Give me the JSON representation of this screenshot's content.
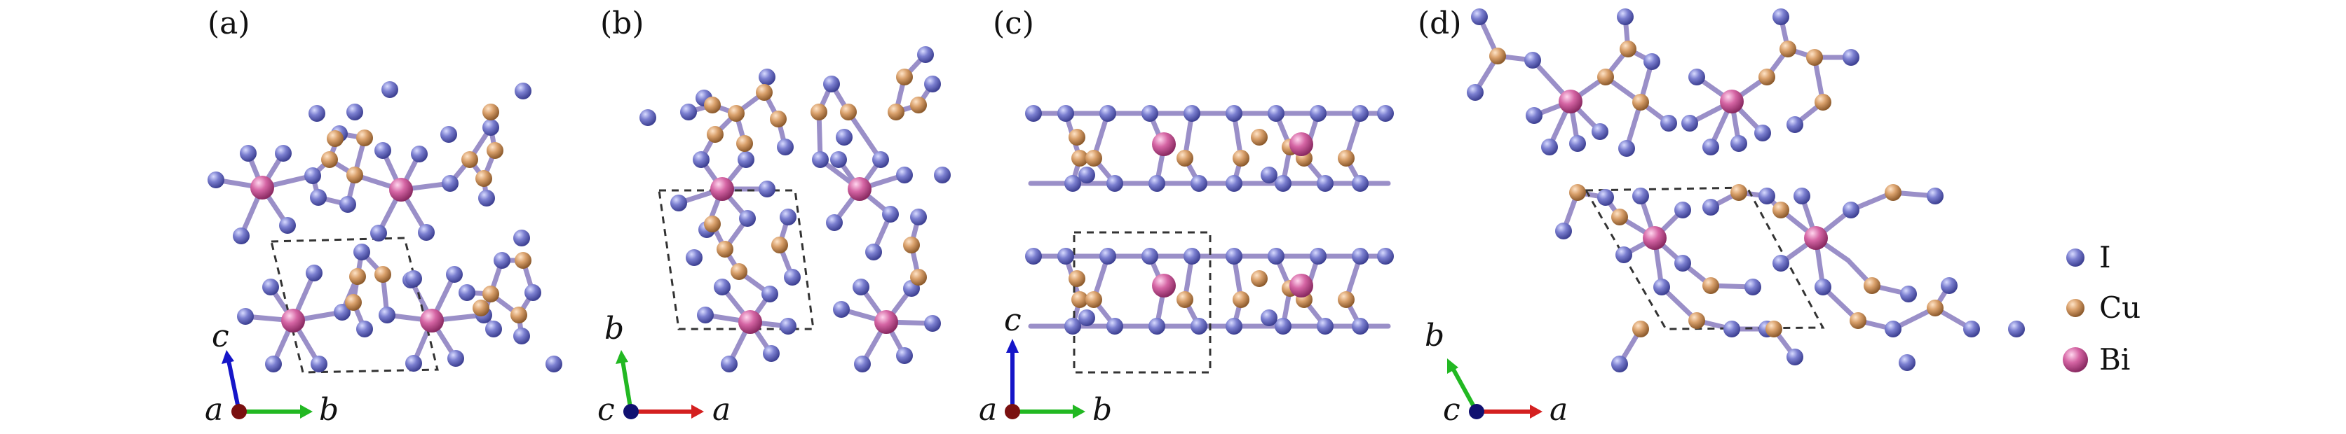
{
  "panels": [
    {
      "label": "(a)",
      "axes": [
        "a",
        "b",
        "c"
      ]
    },
    {
      "label": "(b)",
      "axes": [
        "c",
        "a",
        "b"
      ]
    },
    {
      "label": "(c)",
      "axes": [
        "a",
        "b",
        "c"
      ]
    },
    {
      "label": "(d)",
      "axes": [
        "c",
        "a",
        "b"
      ]
    }
  ],
  "legend": [
    {
      "label": "I",
      "color": "#7b7fd0"
    },
    {
      "label": "Cu",
      "color": "#d9a06b"
    },
    {
      "label": "Bi",
      "color": "#d565a4"
    }
  ],
  "axis_colors": {
    "a": "#d42020",
    "b": "#22b822",
    "c": "#1515c8",
    "origin": "#7a1010",
    "origin_c": "#101070"
  }
}
